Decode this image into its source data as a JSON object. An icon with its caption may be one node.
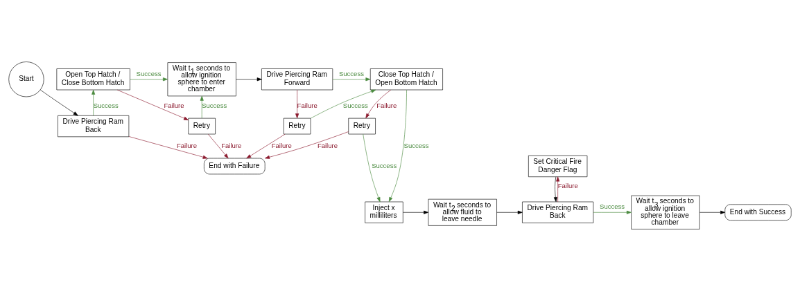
{
  "diagram": {
    "nodes": [
      {
        "text": [
          "Start"
        ]
      },
      {
        "text": [
          "Drive Piercing Ram Back"
        ]
      },
      {
        "text": [
          "Open Top Hatch / Close Bottom Hatch"
        ]
      },
      {
        "text": [
          "Retry"
        ]
      },
      {
        "text": [
          "Wait t$_{1}$ seconds to allow ignition sphere to enter chamber"
        ]
      },
      {
        "text": [
          "Drive Piercing Ram Forward"
        ]
      },
      {
        "text": [
          "Retry"
        ]
      },
      {
        "text": [
          "Close Top Hatch / Open Bottom Hatch"
        ]
      },
      {
        "text": [
          "Retry"
        ]
      },
      {
        "text": [
          "End with Failure"
        ]
      },
      {
        "text": [
          "End with Success"
        ]
      },
      {
        "text": [
          "Wait t$_{3}$ seconds to allow ignition sphere to leave chamber"
        ]
      },
      {
        "text": [
          "Set Critical Fire Danger Flag"
        ]
      },
      {
        "text": [
          "Drive Piercing Ram Back"
        ]
      },
      {
        "text": [
          "Wait t$_{2}$ seconds to allow fluid to leave needle"
        ]
      },
      {
        "text": [
          "Inject x milliliters"
        ]
      }
    ],
    "edges": [
      {
        "from": 0,
        "to": 1,
        "arrow": "to",
        "color": "#000000"
      },
      {
        "from": 1,
        "to": 2,
        "arrow": "to",
        "label": "Success",
        "color": "#4a8a3f"
      },
      {
        "from": 2,
        "to": 3,
        "arrow": "to",
        "label": "Failure",
        "color": "#8b1a2e"
      },
      {
        "from": 2,
        "to": 4,
        "arrow": "to",
        "label": "Success",
        "color": "#4a8a3f"
      },
      {
        "from": 3,
        "to": 4,
        "arrow": "to",
        "label": "Success",
        "color": "#4a8a3f"
      },
      {
        "from": 4,
        "to": 5,
        "arrow": "to",
        "color": "#000000"
      },
      {
        "from": 5,
        "to": 6,
        "arrow": "to",
        "label": "Failure",
        "color": "#8b1a2e"
      },
      {
        "from": 5,
        "to": 7,
        "arrow": "to",
        "label": "Success",
        "color": "#4a8a3f"
      },
      {
        "from": 6,
        "to": 7,
        "arrow": "to",
        "label": "Success",
        "color": "#4a8a3f"
      },
      {
        "from": 7,
        "to": 8,
        "arrow": "to",
        "label": "Failure",
        "color": "#8b1a2e"
      },
      {
        "from": 7,
        "to": 15,
        "arrow": "to",
        "label": "Success",
        "color": "#4a8a3f"
      },
      {
        "from": 8,
        "to": 15,
        "arrow": "to",
        "label": "Success",
        "color": "#4a8a3f"
      },
      {
        "from": 1,
        "to": 9,
        "arrow": "to",
        "label": "Failure",
        "color": "#8b1a2e"
      },
      {
        "from": 3,
        "to": 9,
        "arrow": "to",
        "label": "Failure",
        "color": "#8b1a2e"
      },
      {
        "from": 6,
        "to": 9,
        "arrow": "to",
        "label": "Failure",
        "color": "#8b1a2e"
      },
      {
        "from": 8,
        "to": 9,
        "arrow": "to",
        "label": "Failure",
        "color": "#8b1a2e"
      },
      {
        "from": 15,
        "to": 14,
        "arrow": "to",
        "color": "#000000"
      },
      {
        "from": 14,
        "to": 13,
        "arrow": "to",
        "color": "#000000"
      },
      {
        "from": 12,
        "to": 13,
        "arrow": "to",
        "color": "#000000"
      },
      {
        "from": 13,
        "to": 12,
        "arrow": "to",
        "label": "Failure",
        "color": "#8b1a2e"
      },
      {
        "from": 13,
        "to": 11,
        "arrow": "to",
        "label": "Success",
        "color": "#4a8a3f"
      },
      {
        "from": 11,
        "to": 10,
        "arrow": "to",
        "color": "#000000"
      }
    ]
  }
}
